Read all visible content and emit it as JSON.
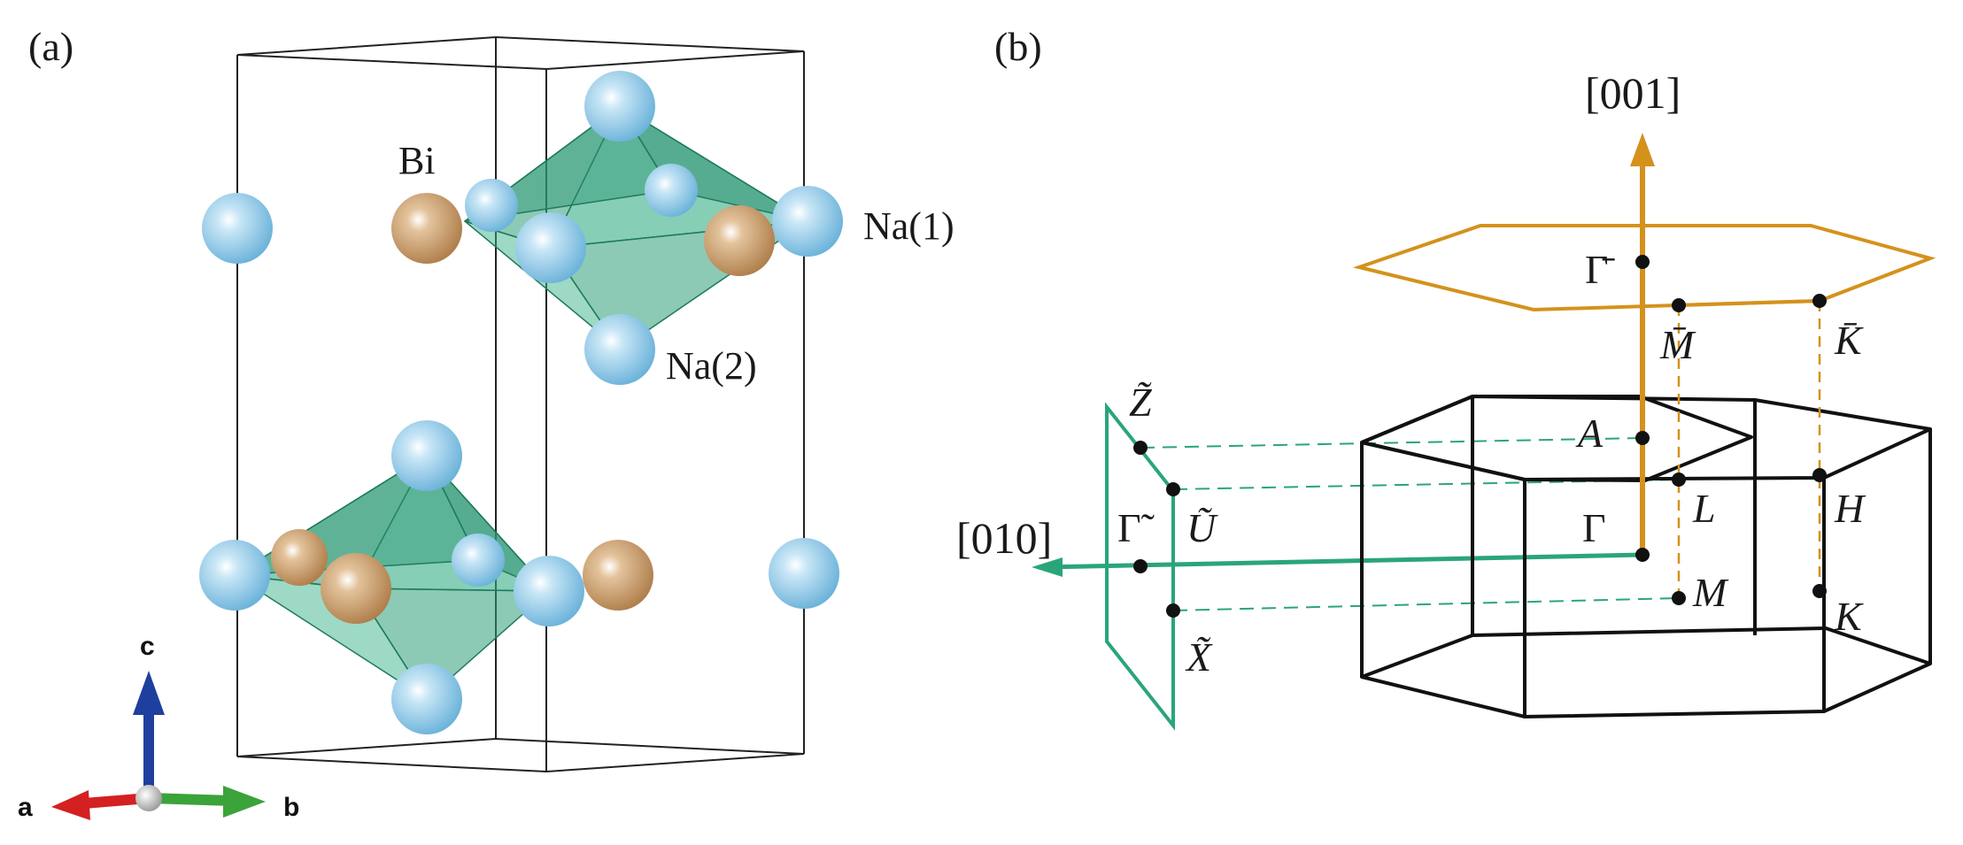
{
  "panel_a": {
    "label": "(a)",
    "atoms": {
      "bi": "Bi",
      "na1": "Na(1)",
      "na2": "Na(2)"
    },
    "axes": {
      "a": "a",
      "b": "b",
      "c": "c"
    },
    "colors": {
      "na": "#8ec9e8",
      "bi": "#c9a071",
      "octahedron": "#2e9e79",
      "axis_a": "#d42020",
      "axis_b": "#3aa33a",
      "axis_c": "#1f3f9e"
    }
  },
  "panel_b": {
    "label": "(b)",
    "directions": {
      "z": "[001]",
      "y": "[010]"
    },
    "points": {
      "bulk": {
        "A": "A",
        "L": "L",
        "H": "H",
        "Gamma": "Γ",
        "M": "M",
        "K": "K"
      },
      "surface_001": {
        "Gamma_bar": "Γ̄",
        "M_bar": "M̄",
        "K_bar": "K̄"
      },
      "surface_010": {
        "Z_tilde": "Z̃",
        "U_tilde": "Ũ",
        "Gamma_tilde": "Γ̃",
        "X_tilde": "X̃"
      }
    },
    "colors": {
      "bz": "#111111",
      "surface_001": "#d4921c",
      "surface_010": "#2aa57a"
    }
  }
}
